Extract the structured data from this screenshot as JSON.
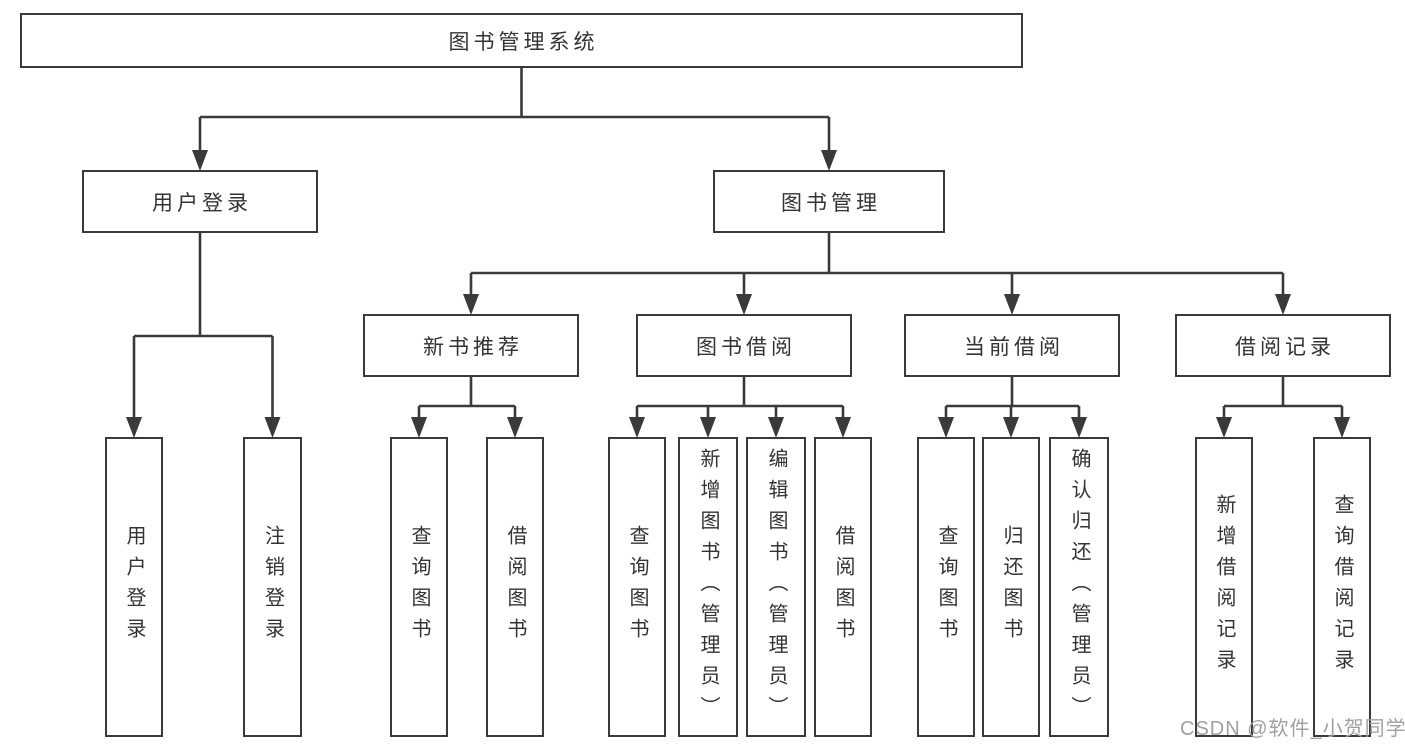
{
  "diagram": {
    "title": "图书管理系统",
    "tree": {
      "id": "root",
      "label": "图书管理系统",
      "children": [
        {
          "id": "user-login",
          "label": "用户登录",
          "children": [
            {
              "id": "leaf-user-login",
              "label": "用户登录"
            },
            {
              "id": "leaf-logout",
              "label": "注销登录"
            }
          ]
        },
        {
          "id": "book-management",
          "label": "图书管理",
          "children": [
            {
              "id": "new-book-recommend",
              "label": "新书推荐",
              "children": [
                {
                  "id": "leaf-query-books-1",
                  "label": "查询图书"
                },
                {
                  "id": "leaf-borrow-books-1",
                  "label": "借阅图书"
                }
              ]
            },
            {
              "id": "book-borrowing",
              "label": "图书借阅",
              "children": [
                {
                  "id": "leaf-query-books-2",
                  "label": "查询图书"
                },
                {
                  "id": "leaf-add-books",
                  "label": "新增图书（管理员）"
                },
                {
                  "id": "leaf-edit-books",
                  "label": "编辑图书（管理员）"
                },
                {
                  "id": "leaf-borrow-books-2",
                  "label": "借阅图书"
                }
              ]
            },
            {
              "id": "current-borrowing",
              "label": "当前借阅",
              "children": [
                {
                  "id": "leaf-query-books-3",
                  "label": "查询图书"
                },
                {
                  "id": "leaf-return-books",
                  "label": "归还图书"
                },
                {
                  "id": "leaf-confirm-return",
                  "label": "确认归还（管理员）"
                }
              ]
            },
            {
              "id": "borrowing-records",
              "label": "借阅记录",
              "children": [
                {
                  "id": "leaf-add-borrow-record",
                  "label": "新增借阅记录"
                },
                {
                  "id": "leaf-query-borrow-record",
                  "label": "查询借阅记录"
                }
              ]
            }
          ]
        }
      ]
    }
  },
  "watermark": {
    "text": "CSDN @软件_小贺同学"
  },
  "colors": {
    "line": "#3a3a3a",
    "border": "#3a3a3a",
    "text": "#333333",
    "watermark": "#a0a0a0",
    "background": "#ffffff"
  }
}
